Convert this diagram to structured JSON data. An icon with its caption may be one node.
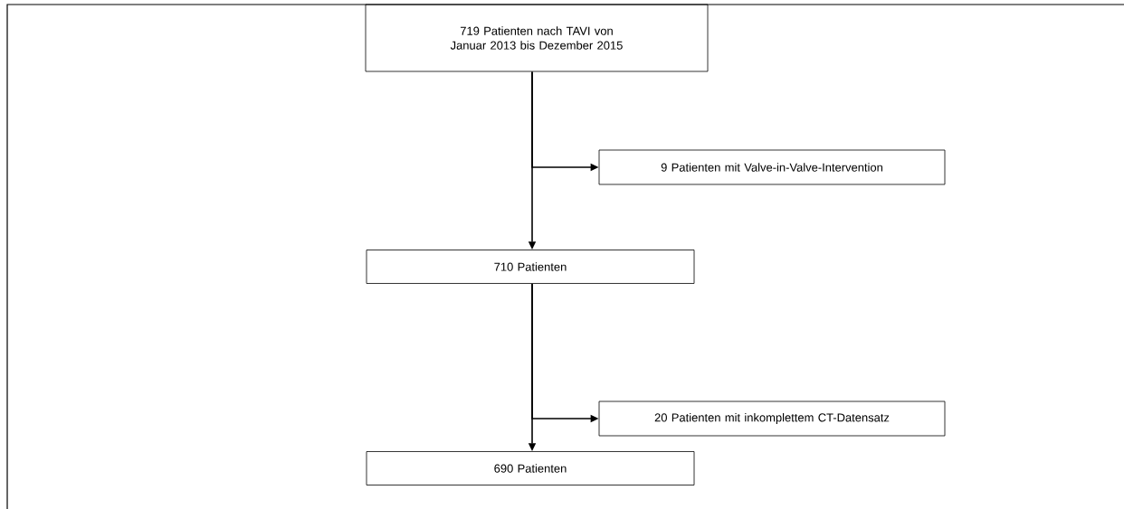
{
  "diagram": {
    "nodes": [
      {
        "text": [
          "719 Patienten nach TAVI von Januar 2013 bis Dezember 2015"
        ]
      },
      {
        "text": [
          "9 Patienten mit Valve-in-Valve-Intervention"
        ]
      },
      {
        "text": [
          "710 Patienten"
        ]
      },
      {
        "text": [
          "20 Patienten mit inkomplettem CT-Datensatz"
        ]
      },
      {
        "text": [
          "690 Patienten"
        ]
      }
    ],
    "edges": [
      {
        "from": 0,
        "to": 1,
        "arrow": "to"
      },
      {
        "from": 0,
        "to": 2,
        "arrow": "to"
      },
      {
        "from": 2,
        "to": 3,
        "arrow": "to"
      },
      {
        "from": 2,
        "to": 4,
        "arrow": "to"
      }
    ]
  }
}
